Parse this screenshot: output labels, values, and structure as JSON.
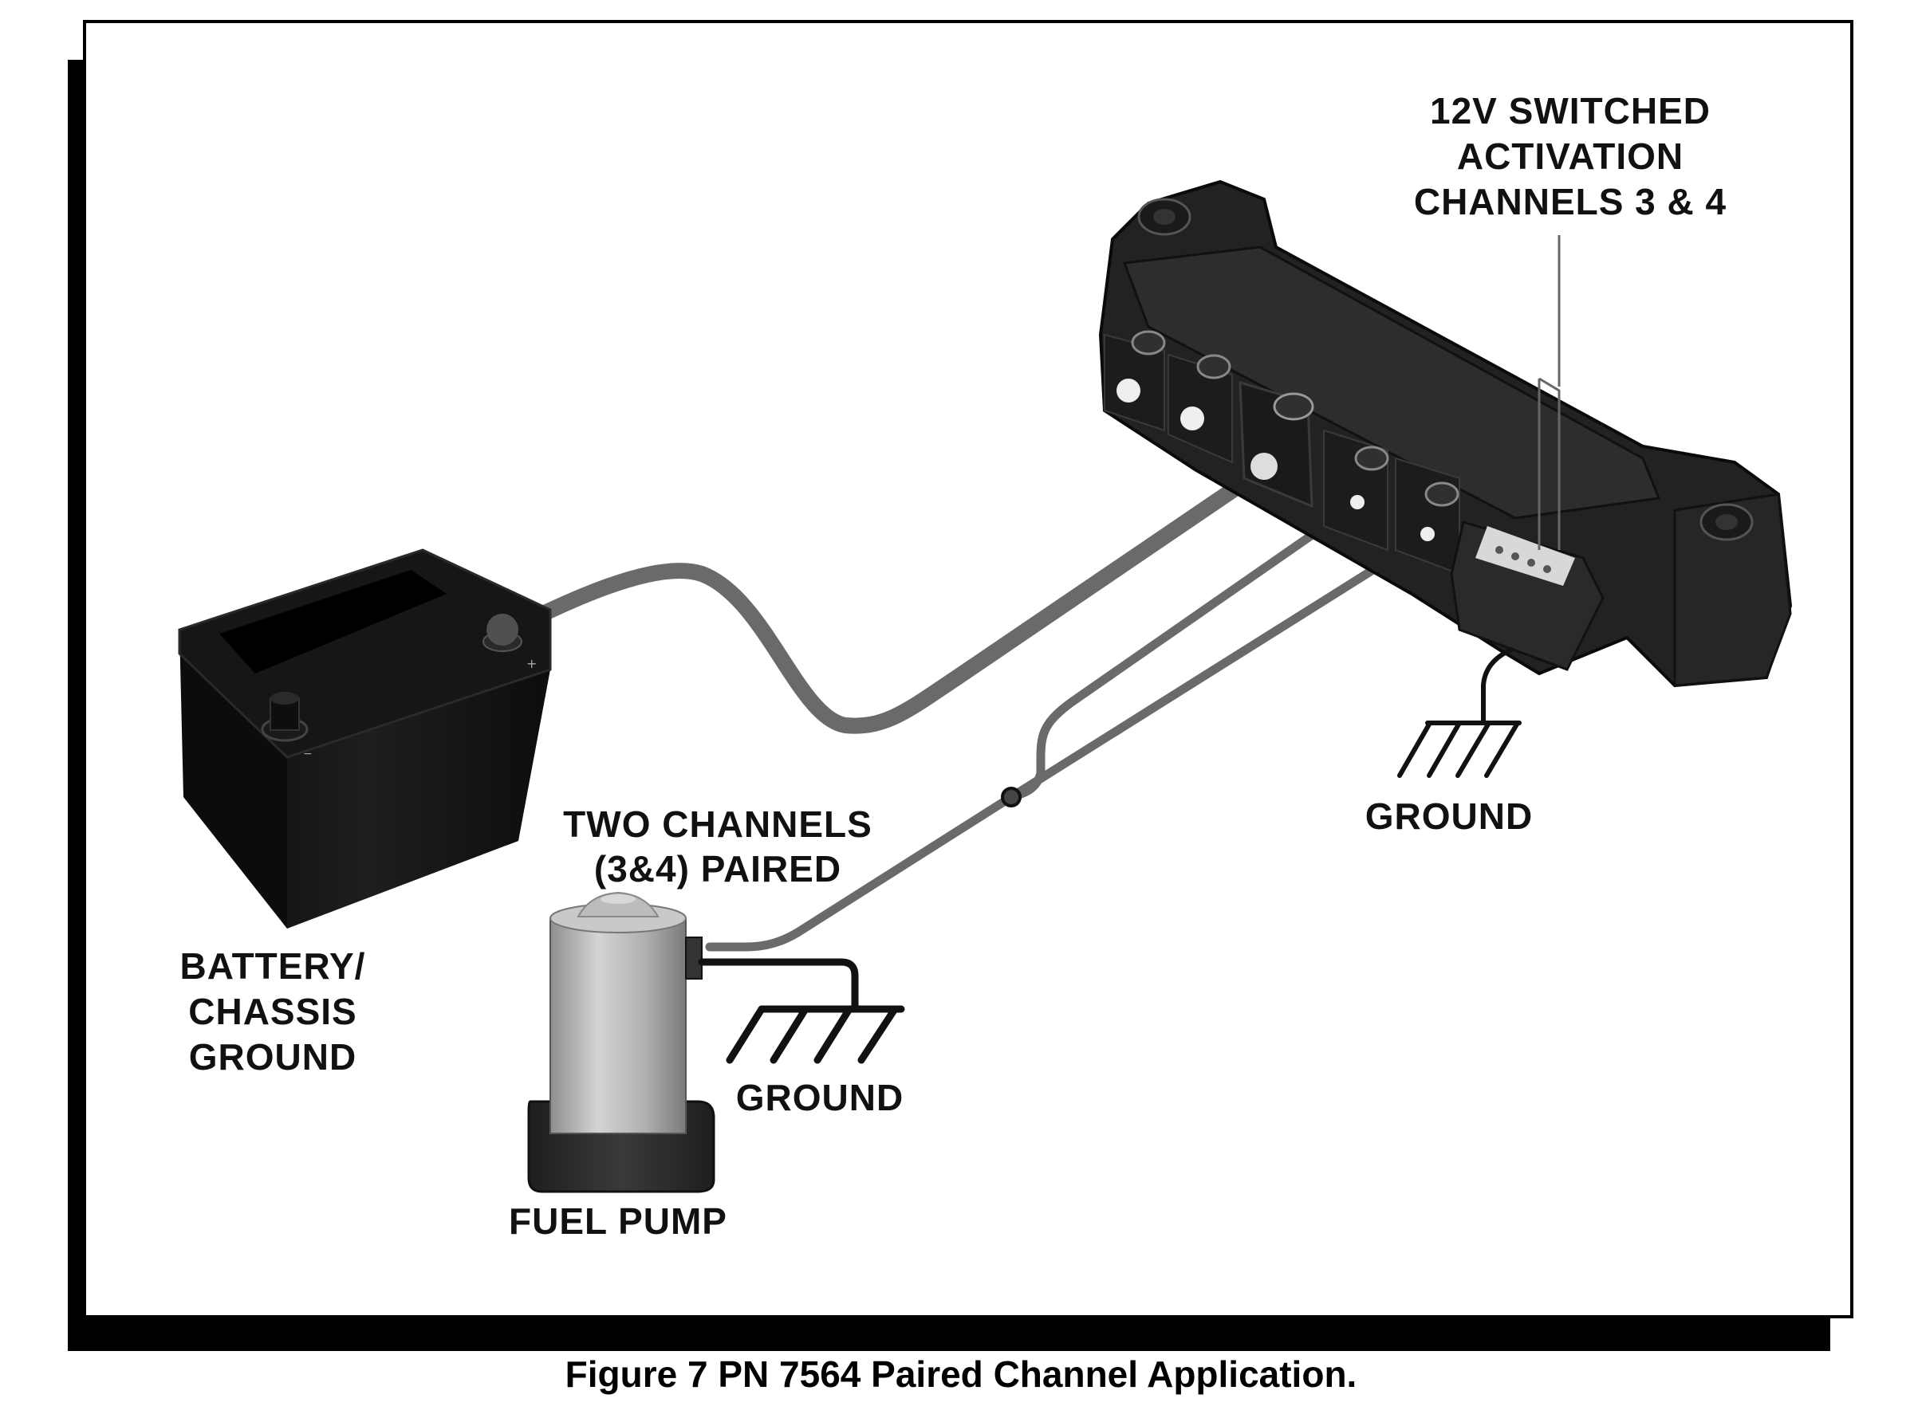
{
  "figure": {
    "caption": "Figure 7 PN 7564 Paired Channel Application."
  },
  "labels": {
    "activation": [
      "12V SWITCHED",
      "ACTIVATION",
      "CHANNELS 3 & 4"
    ],
    "battery": [
      "BATTERY/",
      "CHASSIS",
      "GROUND"
    ],
    "paired": [
      "TWO CHANNELS",
      "(3&4) PAIRED"
    ],
    "pump_ground": "GROUND",
    "module_ground": "GROUND",
    "fuel_pump": "FUEL PUMP"
  },
  "components": [
    {
      "id": "battery",
      "name": "Battery"
    },
    {
      "id": "module",
      "name": "PN 7564 power distribution module"
    },
    {
      "id": "fuel_pump",
      "name": "Fuel pump"
    },
    {
      "id": "ground_pump",
      "name": "Ground symbol (pump)"
    },
    {
      "id": "ground_module",
      "name": "Ground symbol (module)"
    },
    {
      "id": "junction",
      "name": "Wire splice junction"
    }
  ],
  "colors": {
    "frame": "#000000",
    "device": "#1c1c1c",
    "wire": "#6a6a6a",
    "pump_body": "#b8b8b8",
    "ground_wire": "#111111"
  }
}
